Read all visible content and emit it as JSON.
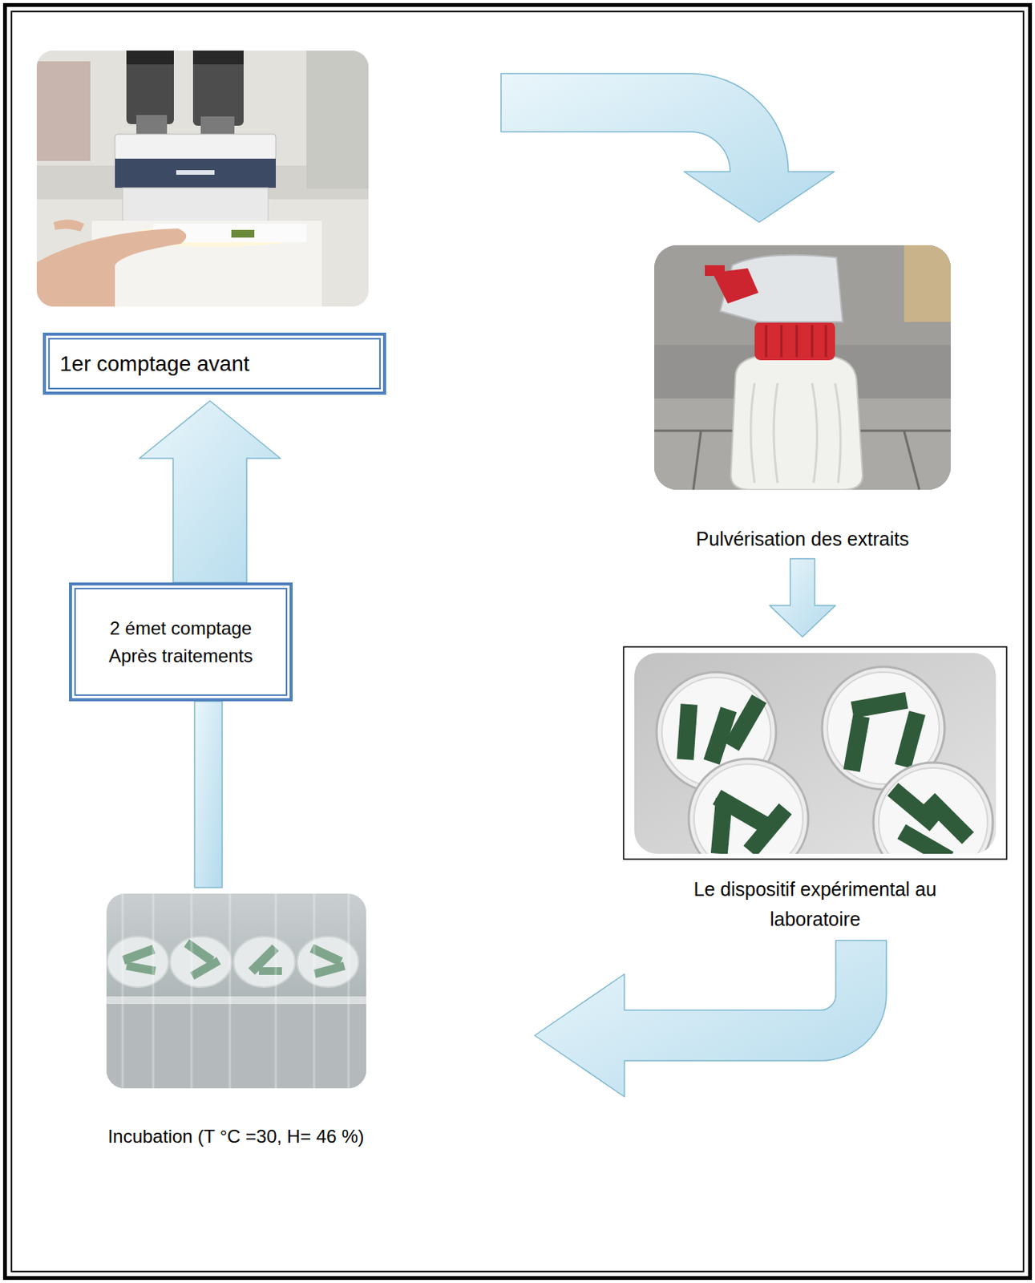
{
  "diagram": {
    "nodes": [
      {
        "text": [
          "1er comptage avant"
        ]
      },
      {
        "text": [
          "2 émet comptage",
          "Après traitements"
        ]
      },
      {
        "text": [
          "Pulvérisation des extraits"
        ]
      },
      {
        "text": [
          "Le dispositif expérimental au laboratoire"
        ]
      },
      {
        "text": [
          "Incubation (T °C =30, H= 46 %)"
        ]
      }
    ],
    "edges": [
      {
        "from": 0,
        "to": 2,
        "arrow": "to"
      },
      {
        "from": 2,
        "to": 3,
        "arrow": "to"
      },
      {
        "from": 3,
        "to": 4,
        "arrow": "to"
      },
      {
        "from": 4,
        "to": 1,
        "arrow": "none"
      },
      {
        "from": 1,
        "to": 0,
        "arrow": "to"
      }
    ]
  }
}
